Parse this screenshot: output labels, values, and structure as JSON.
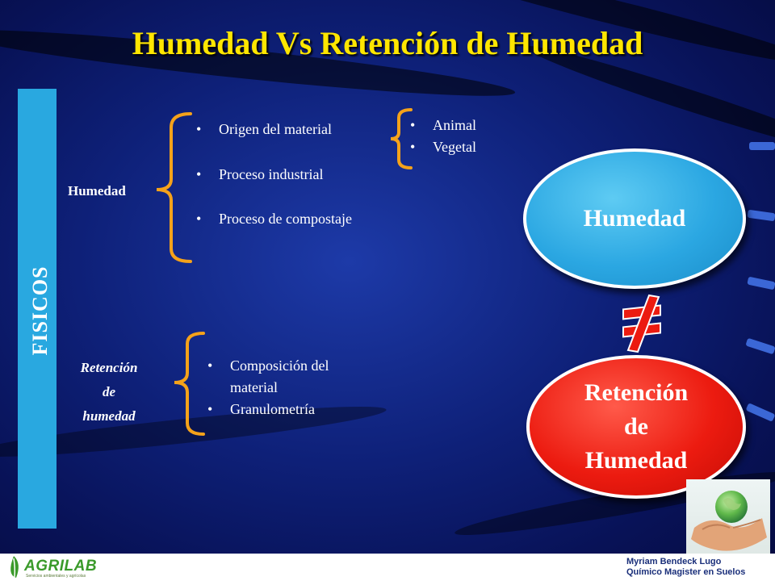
{
  "title": "Humedad Vs Retención de Humedad",
  "side_label": "FISICOS",
  "group1": {
    "label": "Humedad",
    "items": [
      "Origen del  material",
      "Proceso industrial",
      "Proceso de compostaje"
    ],
    "subitems": [
      "Animal",
      "Vegetal"
    ]
  },
  "group2": {
    "label_lines": [
      "Retención",
      "de",
      "humedad"
    ],
    "items": [
      "Composición  del material",
      "Granulometría"
    ]
  },
  "ellipse_top": "Humedad",
  "ellipse_bottom_lines": [
    "Retención",
    "de",
    "Humedad"
  ],
  "not_equal_symbol": "≠",
  "footer": {
    "logo_text": "AGRILAB",
    "logo_subtext": "Servicios ambientales y agrícolas",
    "author_line1": "Myriam Bendeck Lugo",
    "author_line2": "Químico Magister en Suelos"
  },
  "colors": {
    "title": "#ffe600",
    "brace": "#f5a21a",
    "side_band": "#29a8e0",
    "ellipse_top": "#2ba7e2",
    "ellipse_bottom": "#ec1b10"
  }
}
